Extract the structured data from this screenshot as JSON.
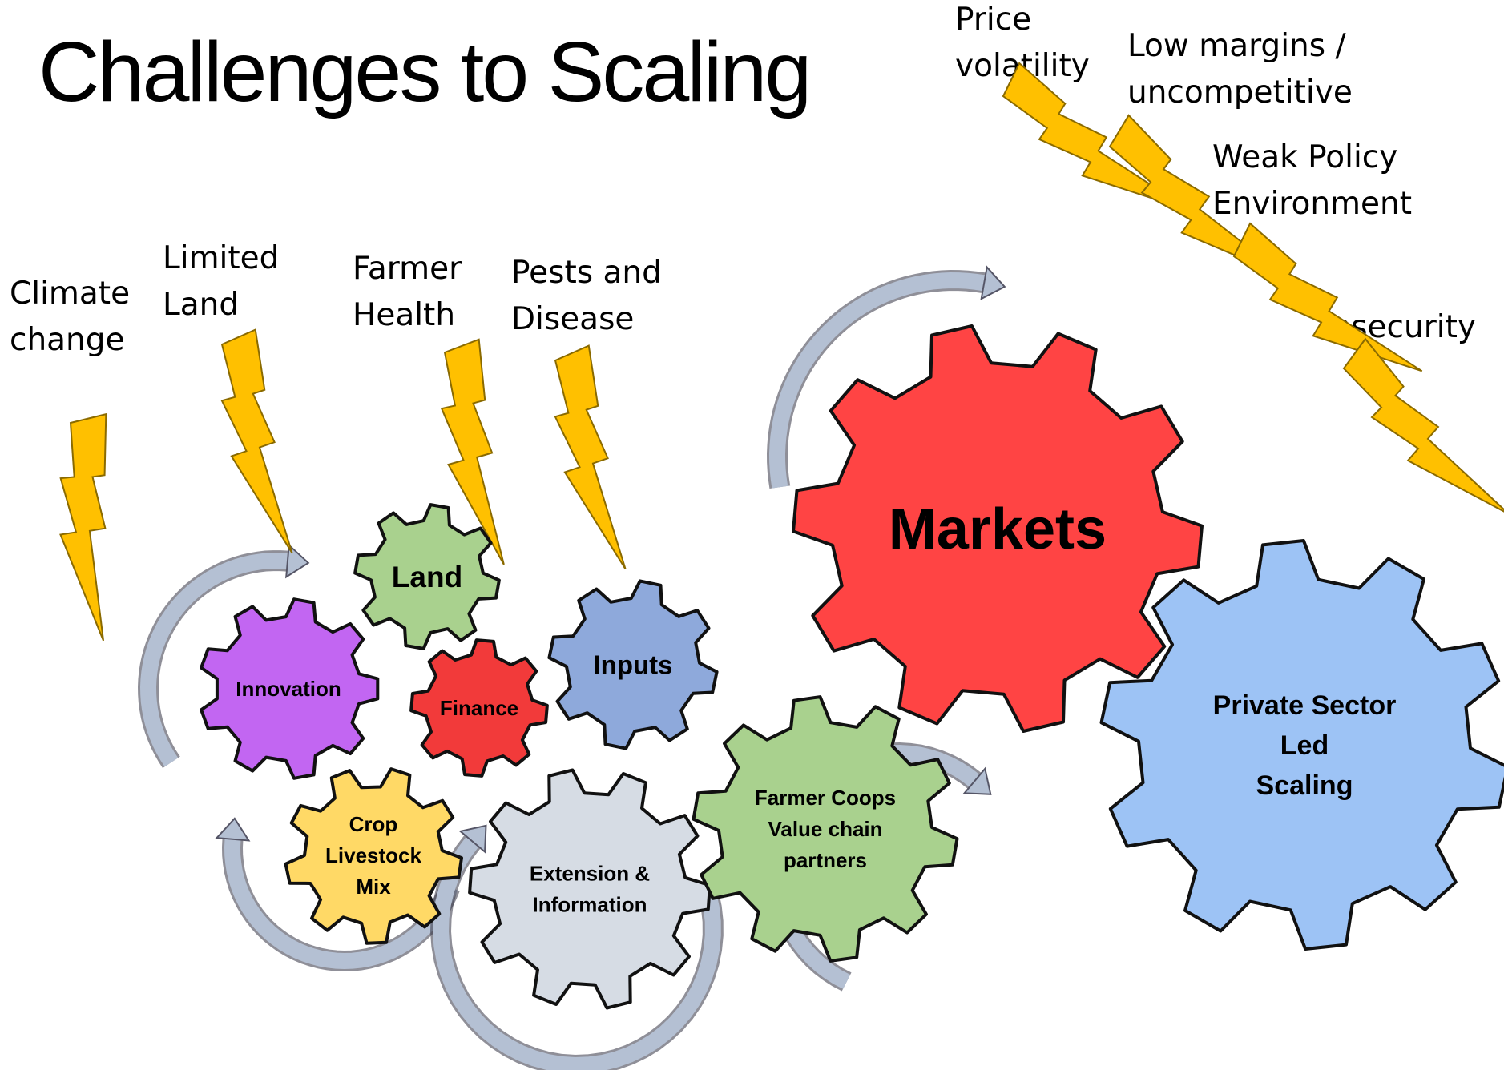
{
  "title": "Challenges to Scaling",
  "challenges": [
    {
      "id": "climate",
      "lines": [
        "Climate",
        "change"
      ],
      "color": "#FFC000"
    },
    {
      "id": "land",
      "lines": [
        "Limited",
        "Land"
      ],
      "color": "#FFC000"
    },
    {
      "id": "health",
      "lines": [
        "Farmer",
        "Health"
      ],
      "color": "#FFC000"
    },
    {
      "id": "pests",
      "lines": [
        "Pests and",
        "Disease"
      ],
      "color": "#FFC000"
    },
    {
      "id": "price",
      "lines": [
        "Price",
        "volatility"
      ],
      "color": "#FFC000"
    },
    {
      "id": "margins",
      "lines": [
        "Low margins /",
        "uncompetitive"
      ],
      "color": "#FFC000"
    },
    {
      "id": "policy",
      "lines": [
        "Weak Policy",
        "Environment"
      ],
      "color": "#FFC000"
    },
    {
      "id": "insecurity",
      "lines": [
        "Insecurity"
      ],
      "color": "#FFC000"
    }
  ],
  "gears": [
    {
      "id": "land",
      "lines": [
        "Land"
      ],
      "fill": "#A9D18E"
    },
    {
      "id": "innovation",
      "lines": [
        "Innovation"
      ],
      "fill": "#C266F2"
    },
    {
      "id": "finance",
      "lines": [
        "Finance"
      ],
      "fill": "#F23A3A"
    },
    {
      "id": "inputs",
      "lines": [
        "Inputs"
      ],
      "fill": "#8EA9DB"
    },
    {
      "id": "crop-livestock",
      "lines": [
        "Crop",
        "Livestock",
        "Mix"
      ],
      "fill": "#FFD966"
    },
    {
      "id": "extension",
      "lines": [
        "Extension &",
        "Information"
      ],
      "fill": "#D6DCE4"
    },
    {
      "id": "coops",
      "lines": [
        "Farmer Coops",
        "Value chain",
        "partners"
      ],
      "fill": "#A9D18E"
    },
    {
      "id": "markets",
      "lines": [
        "Markets"
      ],
      "fill": "#FF4444"
    },
    {
      "id": "private-sector",
      "lines": [
        "Private Sector",
        "Led",
        "Scaling"
      ],
      "fill": "#9DC3F5"
    }
  ],
  "arrow_color": "#B4C0D3",
  "bolt_color": "#FFC000"
}
